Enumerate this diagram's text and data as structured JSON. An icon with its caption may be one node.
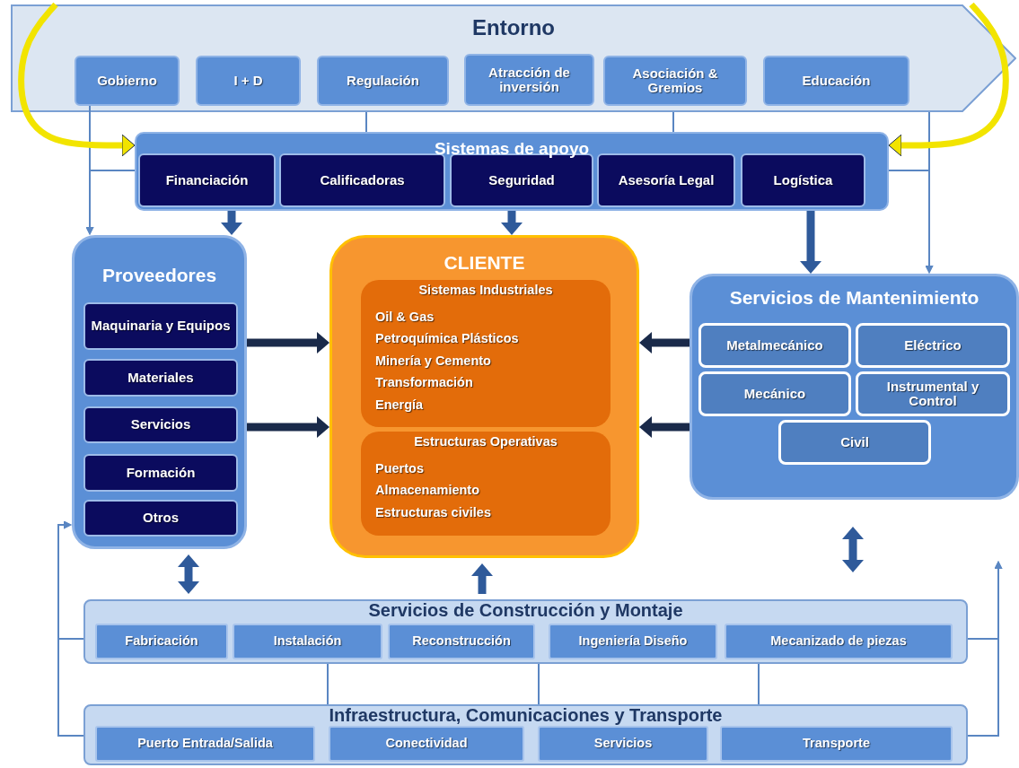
{
  "diagram": {
    "nodes": [
      {
        "text": [
          "Entorno"
        ]
      },
      {
        "text": [
          "Gobierno"
        ],
        "in": 0
      },
      {
        "text": [
          "I + D"
        ],
        "in": 0
      },
      {
        "text": [
          "Regulación"
        ],
        "in": 0
      },
      {
        "text": [
          "Atracción de inversión"
        ],
        "in": 0
      },
      {
        "text": [
          "Asociación & Gremios"
        ],
        "in": 0
      },
      {
        "text": [
          "Educación"
        ],
        "in": 0
      },
      {
        "text": [
          "Sistemas de apoyo"
        ]
      },
      {
        "text": [
          "Financiación"
        ],
        "in": 7
      },
      {
        "text": [
          "Calificadoras"
        ],
        "in": 7
      },
      {
        "text": [
          "Seguridad"
        ],
        "in": 7
      },
      {
        "text": [
          "Asesoría Legal"
        ],
        "in": 7
      },
      {
        "text": [
          "Logística"
        ],
        "in": 7
      },
      {
        "text": [
          "Proveedores"
        ]
      },
      {
        "text": [
          "Maquinaria y Equipos"
        ],
        "in": 13
      },
      {
        "text": [
          "Materiales"
        ],
        "in": 13
      },
      {
        "text": [
          "Servicios"
        ],
        "in": 13
      },
      {
        "text": [
          "Formación"
        ],
        "in": 13
      },
      {
        "text": [
          "Otros"
        ],
        "in": 13
      },
      {
        "text": [
          "CLIENTE"
        ]
      },
      {
        "text": [
          "Sistemas Industriales",
          "Oil & Gas",
          "Petroquímica Plásticos",
          "Minería y Cemento",
          "Transformación",
          "Energía"
        ],
        "in": 19
      },
      {
        "text": [
          "Estructuras Operativas",
          "Puertos",
          "Almacenamiento",
          "Estructuras civiles"
        ],
        "in": 19
      },
      {
        "text": [
          "Servicios de Mantenimiento"
        ]
      },
      {
        "text": [
          "Metalmecánico"
        ],
        "in": 22
      },
      {
        "text": [
          "Eléctrico"
        ],
        "in": 22
      },
      {
        "text": [
          "Mecánico"
        ],
        "in": 22
      },
      {
        "text": [
          "Instrumental y Control"
        ],
        "in": 22
      },
      {
        "text": [
          "Civil"
        ],
        "in": 22
      },
      {
        "text": [
          "Servicios de Construcción y Montaje"
        ]
      },
      {
        "text": [
          "Fabricación"
        ],
        "in": 28
      },
      {
        "text": [
          "Instalación"
        ],
        "in": 28
      },
      {
        "text": [
          "Reconstrucción"
        ],
        "in": 28
      },
      {
        "text": [
          "Ingeniería Diseño"
        ],
        "in": 28
      },
      {
        "text": [
          "Mecanizado de piezas"
        ],
        "in": 28
      },
      {
        "text": [
          "Infraestructura, Comunicaciones y Transporte"
        ]
      },
      {
        "text": [
          "Puerto Entrada/Salida"
        ],
        "in": 34
      },
      {
        "text": [
          "Conectividad"
        ],
        "in": 34
      },
      {
        "text": [
          "Servicios"
        ],
        "in": 34
      },
      {
        "text": [
          "Transporte"
        ],
        "in": 34
      }
    ],
    "edges": [
      {
        "from": 0,
        "to": 7,
        "arrow": "none"
      },
      {
        "from": 0,
        "to": 7,
        "arrow": "none"
      },
      {
        "from": 1,
        "to": 13,
        "arrow": "to"
      },
      {
        "from": 7,
        "to": 13,
        "arrow": "to"
      },
      {
        "from": 0,
        "to": 22,
        "arrow": "to"
      },
      {
        "from": 7,
        "to": 22,
        "arrow": "to"
      },
      {
        "from": 7,
        "to": 13,
        "arrow": "to",
        "style": "thick",
        "color": "#2f5a9a"
      },
      {
        "from": 7,
        "to": 19,
        "arrow": "to",
        "style": "thick",
        "color": "#2f5a9a"
      },
      {
        "from": 7,
        "to": 22,
        "arrow": "to",
        "style": "thick",
        "color": "#2f5a9a"
      },
      {
        "from": 13,
        "to": 19,
        "arrow": "to",
        "style": "thick",
        "color": "#1a2a4a"
      },
      {
        "from": 13,
        "to": 19,
        "arrow": "to",
        "style": "thick",
        "color": "#1a2a4a"
      },
      {
        "from": 22,
        "to": 19,
        "arrow": "to",
        "style": "thick",
        "color": "#1a2a4a"
      },
      {
        "from": 22,
        "to": 19,
        "arrow": "to",
        "style": "thick",
        "color": "#1a2a4a"
      },
      {
        "from": 13,
        "to": 28,
        "arrow": "both",
        "style": "thick",
        "color": "#2f5a9a"
      },
      {
        "from": 28,
        "to": 19,
        "arrow": "to",
        "style": "thick",
        "color": "#2f5a9a"
      },
      {
        "from": 22,
        "to": 28,
        "arrow": "both",
        "style": "thick",
        "color": "#2f5a9a"
      },
      {
        "from": 28,
        "to": 34,
        "arrow": "none"
      },
      {
        "from": 28,
        "to": 34,
        "arrow": "none"
      },
      {
        "from": 28,
        "to": 34,
        "arrow": "none"
      },
      {
        "from": 28,
        "to": 13,
        "arrow": "to"
      },
      {
        "from": 34,
        "to": 13,
        "arrow": "to"
      },
      {
        "from": 28,
        "to": null,
        "arrow": "to"
      },
      {
        "from": 34,
        "to": null,
        "arrow": "to"
      },
      {
        "from": 0,
        "to": 7,
        "arrow": "to",
        "style": "thick",
        "color": "#f2e400"
      },
      {
        "from": 0,
        "to": 7,
        "arrow": "to",
        "style": "thick",
        "color": "#f2e400"
      }
    ]
  }
}
